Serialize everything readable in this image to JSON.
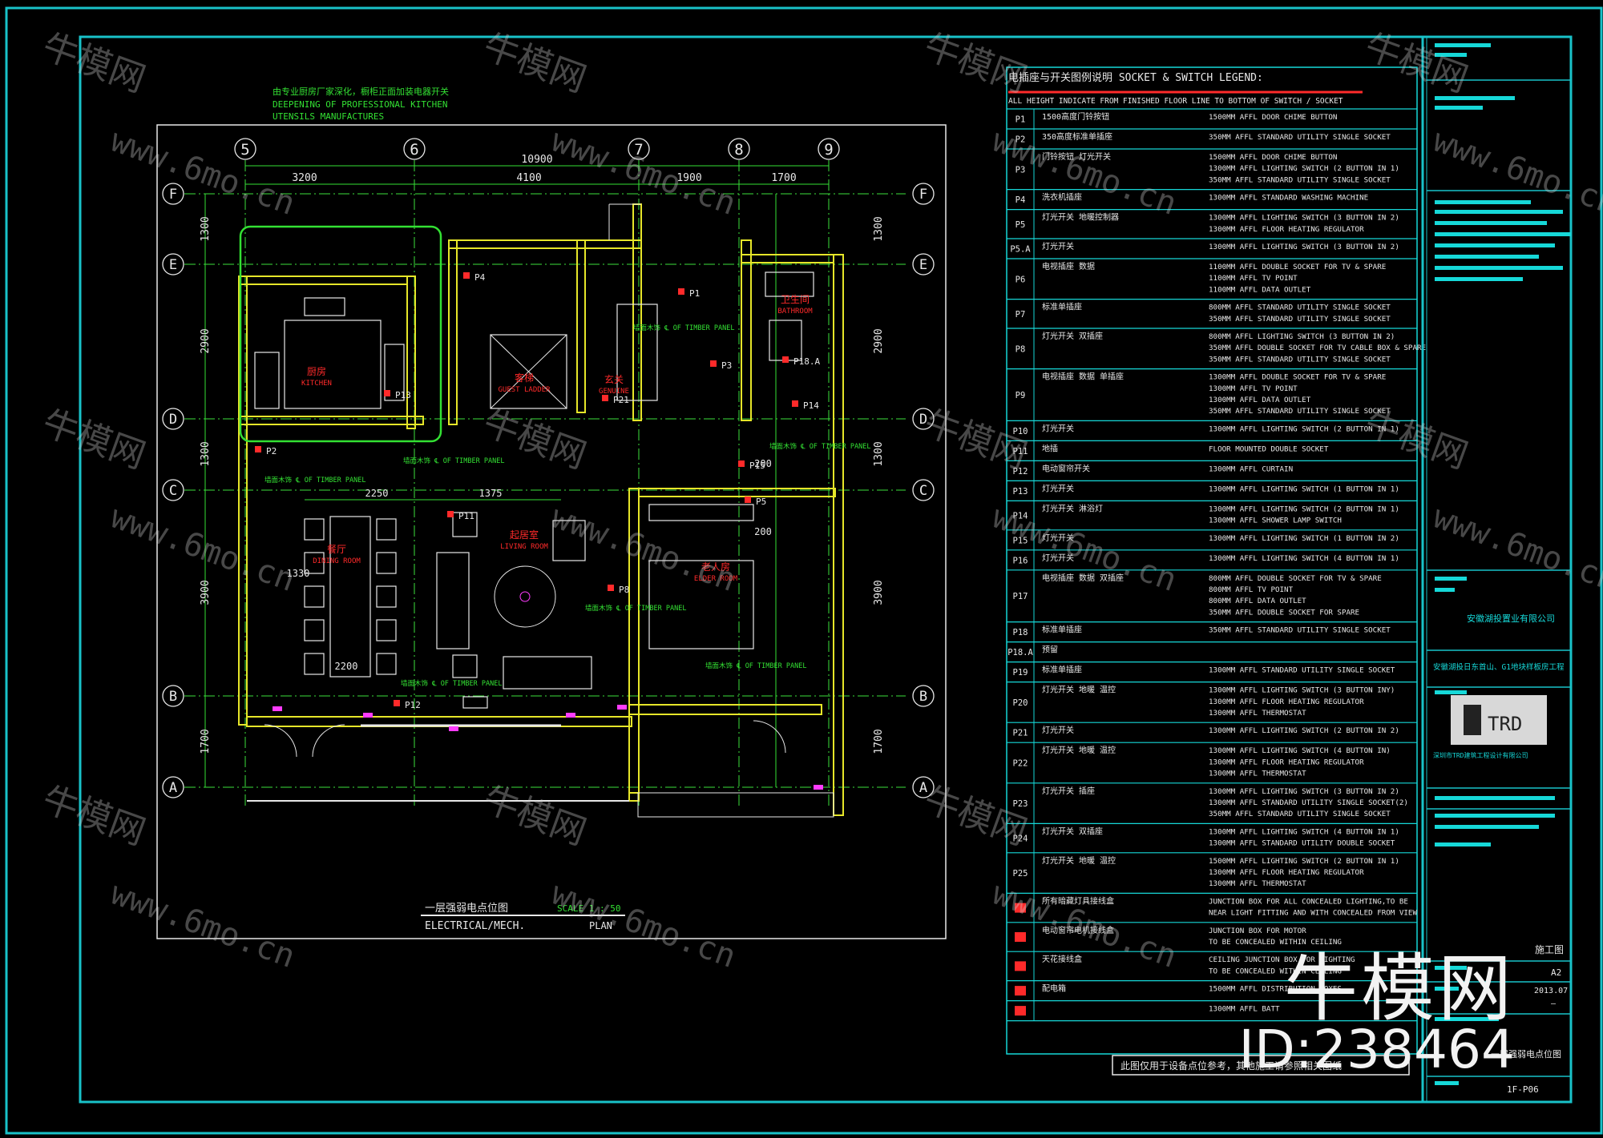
{
  "drawing": {
    "kitchen_note_cn": "由专业厨房厂家深化，橱柜正面加装电器开关",
    "kitchen_note_en1": "DEEPENING OF PROFESSIONAL KITCHEN",
    "kitchen_note_en2": "UTENSILS MANUFACTURES",
    "grid_cols": [
      "5",
      "6",
      "7",
      "8",
      "9"
    ],
    "grid_rows": [
      "F",
      "E",
      "D",
      "C",
      "B",
      "A"
    ],
    "top_dims": [
      "3200",
      "4100",
      "1900",
      "1700"
    ],
    "total_dim": "10900",
    "left_dims": [
      "1300",
      "2900",
      "1300",
      "3900",
      "1700"
    ],
    "right_dims": [
      "1300",
      "2900",
      "1300",
      "3900",
      "1700"
    ],
    "rooms": [
      {
        "cn": "厨房",
        "en": "KITCHEN"
      },
      {
        "cn": "客梯",
        "en": "GUEST LADDER"
      },
      {
        "cn": "玄关",
        "en": "GENUINE"
      },
      {
        "cn": "卫生间",
        "en": "BATHROOM"
      },
      {
        "cn": "餐厅",
        "en": "DINING ROOM"
      },
      {
        "cn": "起居室",
        "en": "LIVING ROOM"
      },
      {
        "cn": "老人房",
        "en": "ELDER ROOM"
      }
    ],
    "timber_note": "墙面木饰 ℄ OF TIMBER PANEL",
    "inner_dims": [
      "2250",
      "1375",
      "200",
      "200",
      "1330",
      "2200"
    ],
    "points": [
      "P1",
      "P2",
      "P3",
      "P4",
      "P5",
      "P8",
      "P11",
      "P12",
      "P13",
      "P14",
      "P15",
      "P18.A",
      "P21"
    ],
    "title_cn": "一层强弱电点位图",
    "title_en": "ELECTRICAL/MECH.",
    "scale": "SCALE 1 : 50",
    "plan": "PLAN"
  },
  "legend": {
    "title": "电插座与开关图例说明 SOCKET & SWITCH LEGEND:",
    "subtitle": "ALL HEIGHT INDICATE FROM FINISHED FLOOR LINE TO BOTTOM OF SWITCH / SOCKET",
    "rows": [
      {
        "code": "P1",
        "cn": "1500高度门铃按钮",
        "en": [
          "1500MM AFFL DOOR CHIME BUTTON"
        ]
      },
      {
        "code": "P2",
        "cn": "350高度标准单插座",
        "en": [
          "350MM AFFL STANDARD UTILITY SINGLE SOCKET"
        ]
      },
      {
        "code": "P3",
        "cn": "门铃按钮 灯光开关",
        "en": [
          "1500MM AFFL DOOR CHIME BUTTON",
          "1300MM AFFL LIGHTING SWITCH (2 BUTTON IN 1)",
          "350MM AFFL STANDARD UTILITY SINGLE SOCKET"
        ]
      },
      {
        "code": "P4",
        "cn": "洗衣机插座",
        "en": [
          "1300MM AFFL STANDARD WASHING MACHINE"
        ]
      },
      {
        "code": "P5",
        "cn": "灯光开关 地暖控制器",
        "en": [
          "1300MM AFFL LIGHTING SWITCH (3 BUTTON IN 2)",
          "1300MM AFFL FLOOR HEATING REGULATOR"
        ]
      },
      {
        "code": "P5.A",
        "cn": "灯光开关",
        "en": [
          "1300MM AFFL LIGHTING SWITCH (3 BUTTON IN 2)"
        ]
      },
      {
        "code": "P6",
        "cn": "电视插座 数据",
        "en": [
          "1100MM AFFL DOUBLE SOCKET FOR TV & SPARE",
          "1100MM AFFL TV POINT",
          "1100MM AFFL DATA OUTLET"
        ]
      },
      {
        "code": "P7",
        "cn": "标准单插座",
        "en": [
          "800MM AFFL STANDARD UTILITY SINGLE SOCKET",
          "350MM AFFL STANDARD UTILITY SINGLE SOCKET"
        ]
      },
      {
        "code": "P8",
        "cn": "灯光开关 双插座",
        "en": [
          "800MM AFFL LIGHTING SWITCH (3 BUTTON IN 2)",
          "350MM AFFL DOUBLE SOCKET FOR TV CABLE BOX & SPARE",
          "350MM AFFL STANDARD UTILITY SINGLE SOCKET"
        ]
      },
      {
        "code": "P9",
        "cn": "电视插座 数据 单插座",
        "en": [
          "1300MM AFFL DOUBLE SOCKET FOR TV & SPARE",
          "1300MM AFFL TV POINT",
          "1300MM AFFL DATA OUTLET",
          "350MM AFFL STANDARD UTILITY SINGLE SOCKET"
        ]
      },
      {
        "code": "P10",
        "cn": "灯光开关",
        "en": [
          "1300MM AFFL LIGHTING SWITCH (2 BUTTON IN 1)"
        ]
      },
      {
        "code": "P11",
        "cn": "地插",
        "en": [
          "FLOOR MOUNTED DOUBLE SOCKET"
        ]
      },
      {
        "code": "P12",
        "cn": "电动窗帘开关",
        "en": [
          "1300MM AFFL CURTAIN"
        ]
      },
      {
        "code": "P13",
        "cn": "灯光开关",
        "en": [
          "1300MM AFFL LIGHTING SWITCH (1 BUTTON IN 1)"
        ]
      },
      {
        "code": "P14",
        "cn": "灯光开关 淋浴灯",
        "en": [
          "1300MM AFFL LIGHTING SWITCH (2 BUTTON IN 1)",
          "1300MM AFFL SHOWER LAMP SWITCH"
        ]
      },
      {
        "code": "P15",
        "cn": "灯光开关",
        "en": [
          "1300MM AFFL LIGHTING SWITCH (1 BUTTON IN 2)"
        ]
      },
      {
        "code": "P16",
        "cn": "灯光开关",
        "en": [
          "1300MM AFFL LIGHTING SWITCH (4 BUTTON IN 1)"
        ]
      },
      {
        "code": "P17",
        "cn": "电视插座 数据 双插座",
        "en": [
          "800MM AFFL DOUBLE SOCKET FOR TV & SPARE",
          "800MM AFFL TV POINT",
          "800MM AFFL DATA OUTLET",
          "350MM AFFL DOUBLE SOCKET FOR SPARE"
        ]
      },
      {
        "code": "P18",
        "cn": "标准单插座",
        "en": [
          "350MM AFFL STANDARD UTILITY SINGLE SOCKET"
        ]
      },
      {
        "code": "P18.A",
        "cn": "预留",
        "en": [
          ""
        ]
      },
      {
        "code": "P19",
        "cn": "标准单插座",
        "en": [
          "1300MM AFFL STANDARD UTILITY SINGLE SOCKET"
        ]
      },
      {
        "code": "P20",
        "cn": "灯光开关 地暖 温控",
        "en": [
          "1300MM AFFL LIGHTING SWITCH (3 BUTTON INY)",
          "1300MM AFFL FLOOR HEATING REGULATOR",
          "1300MM AFFL THERMOSTAT"
        ]
      },
      {
        "code": "P21",
        "cn": "灯光开关",
        "en": [
          "1300MM AFFL LIGHTING SWITCH (2 BUTTON IN 2)"
        ]
      },
      {
        "code": "P22",
        "cn": "灯光开关 地暖 温控",
        "en": [
          "1300MM AFFL LIGHTING SWITCH (4 BUTTON IN)",
          "1300MM AFFL FLOOR HEATING REGULATOR",
          "1300MM AFFL THERMOSTAT"
        ]
      },
      {
        "code": "P23",
        "cn": "灯光开关 插座",
        "en": [
          "1300MM AFFL LIGHTING SWITCH (3 BUTTON IN 2)",
          "1300MM AFFL STANDARD UTILITY SINGLE SOCKET(2)",
          "350MM AFFL STANDARD UTILITY SINGLE SOCKET"
        ]
      },
      {
        "code": "P24",
        "cn": "灯光开关 双插座",
        "en": [
          "1300MM AFFL LIGHTING SWITCH (4 BUTTON IN 1)",
          "1300MM AFFL STANDARD UTILITY DOUBLE SOCKET"
        ]
      },
      {
        "code": "P25",
        "cn": "灯光开关 地暖 温控",
        "en": [
          "1500MM AFFL LIGHTING SWITCH (2 BUTTON IN 1)",
          "1300MM AFFL FLOOR HEATING REGULATOR",
          "1300MM AFFL THERMOSTAT"
        ]
      },
      {
        "code": "",
        "cn": "所有暗藏灯具接线盒",
        "en": [
          "JUNCTION BOX FOR ALL CONCEALED LIGHTING,TO BE",
          "NEAR LIGHT FITTING AND WITH CONCEALED FROM VIEW"
        ]
      },
      {
        "code": "",
        "cn": "电动窗帘电机接线盒",
        "en": [
          "JUNCTION BOX FOR MOTOR",
          "TO BE CONCEALED WITHIN CEILING"
        ]
      },
      {
        "code": "",
        "cn": "天花接线盒",
        "en": [
          "CEILING JUNCTION BOX FOR LIGHTING",
          "TO BE CONCEALED WITHIN CEILING"
        ]
      },
      {
        "code": "",
        "cn": "配电箱",
        "en": [
          "1500MM AFFL DISTRIBUTION BOXES"
        ]
      },
      {
        "code": "",
        "cn": "",
        "en": [
          "1300MM AFFL BATT"
        ]
      }
    ],
    "footer_note": "此图仅用于设备点位参考，其他施工请参照相关图纸"
  },
  "title_block": {
    "company": "安徽湖投置业有限公司",
    "project": "安徽湖投日东首山、G1地块样板房工程",
    "logo": "TRD",
    "designer": "深圳市TRD建筑工程设计有限公司",
    "stage": "施工图",
    "size": "A2",
    "date": "2013.07",
    "dash": "—",
    "sheet_title": "一层强弱电点位图",
    "sheet_no": "1F-P06"
  },
  "watermark": {
    "cn": "牛模网",
    "url": "www.6mo.cn",
    "big": "牛模网",
    "id": "ID:238464"
  },
  "colors": {
    "frame": "#19c2c9",
    "wall": "#e6e629",
    "dim": "#33e033",
    "grid": "#3de03d",
    "red": "#ff2a2a",
    "magenta": "#ff3cff",
    "white": "#e8e8e8",
    "table": "#16d8d8"
  }
}
